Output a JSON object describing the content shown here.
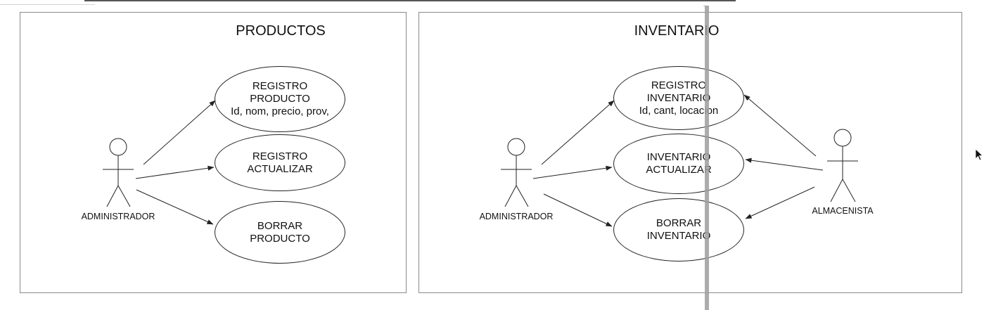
{
  "panels": [
    {
      "title": "PRODUCTOS",
      "use_cases": [
        [
          "REGISTRO",
          "PRODUCTO",
          "Id, nom, precio, prov,"
        ],
        [
          "REGISTRO",
          "ACTUALIZAR"
        ],
        [
          "BORRAR",
          "PRODUCTO"
        ]
      ],
      "actors": [
        "ADMINISTRADOR"
      ]
    },
    {
      "title": "INVENTARIO",
      "use_cases": [
        [
          "REGISTRO",
          "INVENTARIO",
          "Id, cant, locacion"
        ],
        [
          "INVENTARIO",
          "ACTUALIZAR"
        ],
        [
          "BORRAR",
          "INVENTARIO"
        ]
      ],
      "actors": [
        "ADMINISTRADOR",
        "ALMACENISTA"
      ]
    }
  ],
  "colors": {
    "border": "#8a8a8a",
    "line": "#222222",
    "scroll_bar": "#9e9e9e"
  },
  "icons": [
    "mouse-cursor-icon"
  ]
}
